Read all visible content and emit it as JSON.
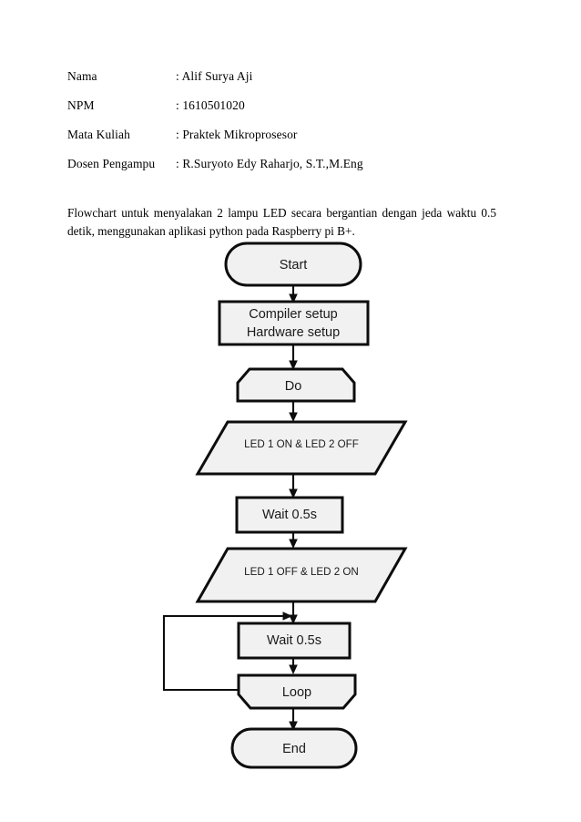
{
  "document": {
    "meta": {
      "rows": [
        {
          "label": "Nama",
          "value": ": Alif  Surya  Aji"
        },
        {
          "label": "NPM",
          "value": ": 1610501020"
        },
        {
          "label": "Mata Kuliah",
          "value": ": Praktek  Mikroprosesor"
        },
        {
          "label": "Dosen Pengampu",
          "value": ": R.Suryoto  Edy Raharjo, S.T.,M.Eng"
        }
      ]
    },
    "intro": "Flowchart  untuk  menyalakan  2 lampu  LED  secara bergantian  dengan  jeda waktu 0.5 detik, menggunakan  aplikasi  python  pada Raspberry  pi B+."
  },
  "flowchart": {
    "nodes": [
      {
        "id": "start",
        "shape": "terminator",
        "label": "Start"
      },
      {
        "id": "setup",
        "shape": "process",
        "label_line1": "Compiler setup",
        "label_line2": "Hardware setup"
      },
      {
        "id": "do",
        "shape": "loop-start",
        "label": "Do"
      },
      {
        "id": "led-state-1",
        "shape": "data",
        "label": "LED 1 ON & LED 2 OFF"
      },
      {
        "id": "wait-1",
        "shape": "process",
        "label": "Wait 0.5s"
      },
      {
        "id": "led-state-2",
        "shape": "data",
        "label": "LED 1 OFF & LED 2 ON"
      },
      {
        "id": "wait-2",
        "shape": "process",
        "label": "Wait 0.5s"
      },
      {
        "id": "loop",
        "shape": "loop-end",
        "label": "Loop"
      },
      {
        "id": "end",
        "shape": "terminator",
        "label": "End"
      }
    ],
    "colors": {
      "shape_fill": "#f1f1f1",
      "shape_stroke": "#0d0d0d",
      "connector": "#0d0d0d",
      "page_background": "#ffffff",
      "text": "#1a1a1a"
    }
  }
}
